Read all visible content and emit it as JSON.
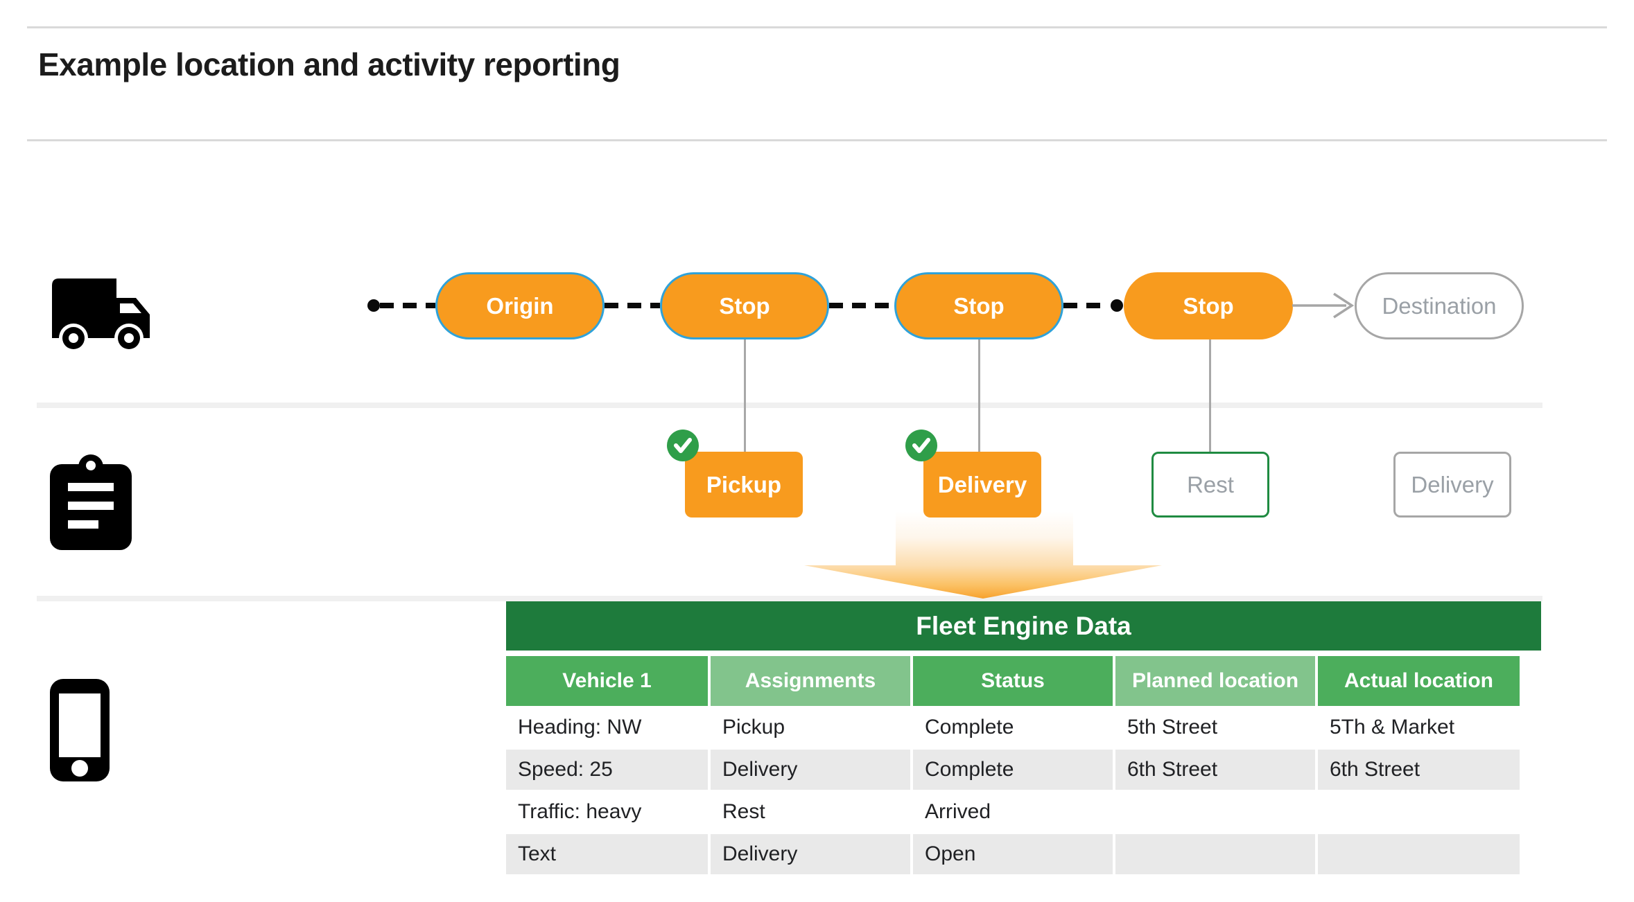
{
  "page": {
    "title": "Example location and activity reporting"
  },
  "colors": {
    "accent_orange": "#F89B1E",
    "pill_blue_border": "#2FA2D9",
    "badge_green": "#2F9E49",
    "rest_border_green": "#1F8B41",
    "table_header_dark_green": "#1E7B3C",
    "table_header_mid_green": "#4CAE5C",
    "table_header_light_green": "#82C48C",
    "row_alt_gray": "#E9E9E9",
    "muted_gray_text": "#9AA0A6"
  },
  "lanes": [
    {
      "icon": "truck-icon"
    },
    {
      "icon": "clipboard-icon"
    },
    {
      "icon": "phone-icon"
    }
  ],
  "route": {
    "stops": [
      {
        "label": "Origin"
      },
      {
        "label": "Stop"
      },
      {
        "label": "Stop"
      },
      {
        "label": "Stop"
      },
      {
        "label": "Destination"
      }
    ]
  },
  "activities": [
    {
      "label": "Pickup",
      "checked": true
    },
    {
      "label": "Delivery",
      "checked": true
    },
    {
      "label": "Rest",
      "checked": false
    },
    {
      "label": "Delivery",
      "checked": false
    }
  ],
  "table": {
    "title": "Fleet Engine Data",
    "columns": [
      "Vehicle 1",
      "Assignments",
      "Status",
      "Planned location",
      "Actual location"
    ],
    "rows": [
      [
        "Heading: NW",
        "Pickup",
        "Complete",
        "5th Street",
        "5Th & Market"
      ],
      [
        "Speed: 25",
        "Delivery",
        "Complete",
        "6th Street",
        "6th Street"
      ],
      [
        "Traffic: heavy",
        "Rest",
        "Arrived",
        "",
        ""
      ],
      [
        "Text",
        "Delivery",
        "Open",
        "",
        ""
      ]
    ]
  }
}
